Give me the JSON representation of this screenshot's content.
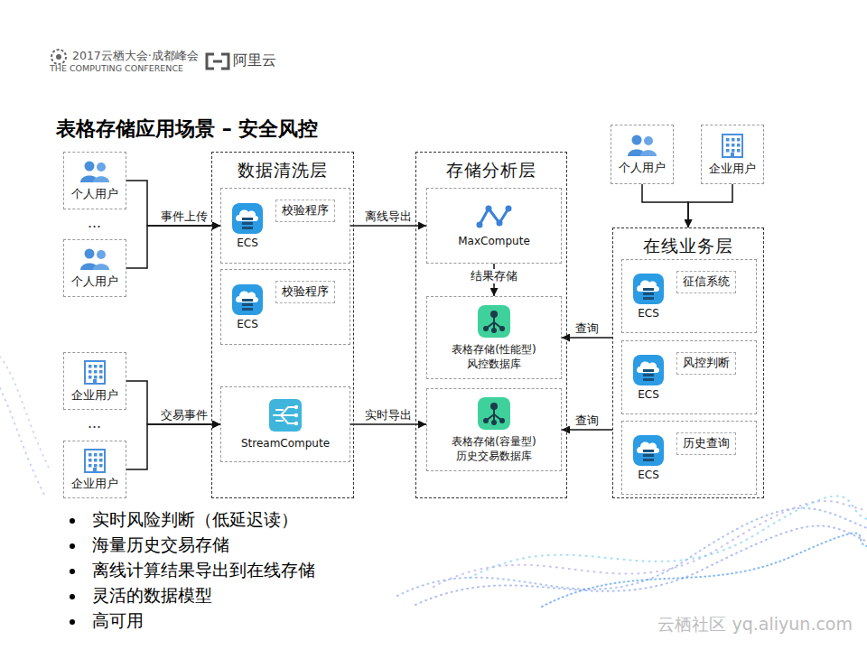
{
  "diagram": {
    "title": "表格存储应用场景 – 安全风控",
    "nodes": [
      {
        "text": [
          "个人用户"
        ]
      },
      {
        "text": [
          "个人用户"
        ]
      },
      {
        "text": [
          "企业用户"
        ]
      },
      {
        "text": [
          "企业用户"
        ]
      },
      {
        "text": [
          "数据清洗层"
        ]
      },
      {
        "text": [
          "ECS",
          "校验程序"
        ],
        "in": 4
      },
      {
        "text": [
          "ECS",
          "校验程序"
        ],
        "in": 4
      },
      {
        "text": [
          "StreamCompute"
        ],
        "in": 4
      },
      {
        "text": [
          "存储分析层"
        ]
      },
      {
        "text": [
          "MaxCompute"
        ],
        "in": 8
      },
      {
        "text": [
          "表格存储(性能型) 风控数据库"
        ],
        "in": 8
      },
      {
        "text": [
          "表格存储(容量型) 历史交易数据库"
        ],
        "in": 8
      },
      {
        "text": [
          "个人用户"
        ]
      },
      {
        "text": [
          "企业用户"
        ]
      },
      {
        "text": [
          "在线业务层"
        ]
      },
      {
        "text": [
          "ECS",
          "征信系统"
        ],
        "in": 14
      },
      {
        "text": [
          "ECS",
          "风控判断"
        ],
        "in": 14
      },
      {
        "text": [
          "ECS",
          "历史查询"
        ],
        "in": 14
      }
    ],
    "edges": [
      {
        "from": 0,
        "to": 5,
        "label": "事件上传",
        "arrow": "to"
      },
      {
        "from": 1,
        "to": 5,
        "arrow": "to"
      },
      {
        "from": 2,
        "to": 7,
        "label": "交易事件",
        "arrow": "to"
      },
      {
        "from": 3,
        "to": 7,
        "arrow": "to"
      },
      {
        "from": 5,
        "to": 9,
        "label": "离线导出",
        "arrow": "to"
      },
      {
        "from": 7,
        "to": 11,
        "label": "实时导出",
        "arrow": "to"
      },
      {
        "from": 9,
        "to": 10,
        "label": "结果存储",
        "arrow": "to"
      },
      {
        "from": 14,
        "to": 10,
        "label": "查询",
        "arrow": "to"
      },
      {
        "from": 14,
        "to": 11,
        "label": "查询",
        "arrow": "to"
      },
      {
        "from": 12,
        "to": 14,
        "arrow": "to"
      },
      {
        "from": 13,
        "to": 14,
        "arrow": "to"
      }
    ],
    "labels": [
      "2017云栖大会·成都峰会",
      "THE COMPUTING CONFERENCE",
      "阿里云",
      "…",
      "…",
      "实时风险判断（低延迟读）",
      "海量历史交易存储",
      "离线计算结果导出到在线存储",
      "灵活的数据模型",
      "高可用",
      "云栖社区 yq.aliyun.com"
    ]
  }
}
